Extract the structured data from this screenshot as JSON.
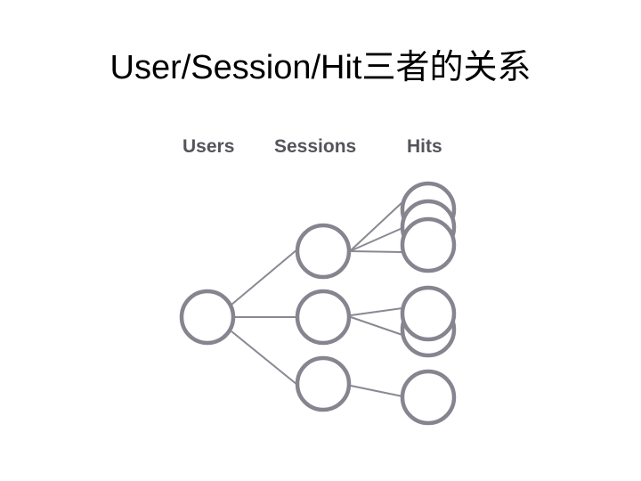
{
  "title": "User/Session/Hit三者的关系",
  "columns": {
    "users": "Users",
    "sessions": "Sessions",
    "hits": "Hits"
  },
  "colors": {
    "node_stroke": "#86848f",
    "edge": "#8a8893",
    "label": "#55545c"
  }
}
